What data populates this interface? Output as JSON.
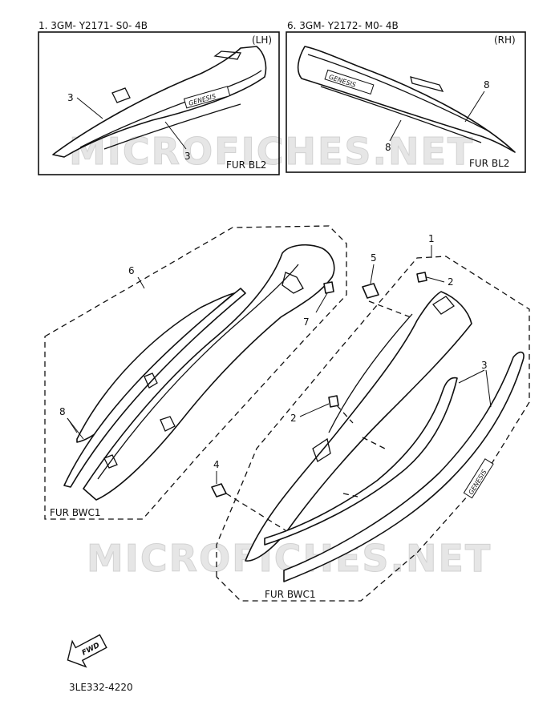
{
  "inset_left": {
    "caption": "1. 3GM- Y2171- S0- 4B",
    "side": "(LH)",
    "code": "FUR BL2",
    "callouts": [
      "3",
      "3"
    ],
    "emblem": "GENESIS"
  },
  "inset_right": {
    "caption": "6. 3GM- Y2172- M0- 4B",
    "side": "(RH)",
    "code": "FUR BL2",
    "callouts": [
      "8",
      "8"
    ],
    "emblem": "GENESIS"
  },
  "main": {
    "callouts": {
      "c1": "1",
      "c2a": "2",
      "c2b": "2",
      "c3": "3",
      "c4": "4",
      "c5": "5",
      "c6": "6",
      "c7": "7",
      "c8": "8"
    },
    "left_group_code": "FUR BWC1",
    "right_group_code": "FUR BWC1",
    "emblem": "GENESIS"
  },
  "fwd_label": "FWD",
  "watermark": "MICROFICHES.NET",
  "drawing_number": "3LE332-4220"
}
